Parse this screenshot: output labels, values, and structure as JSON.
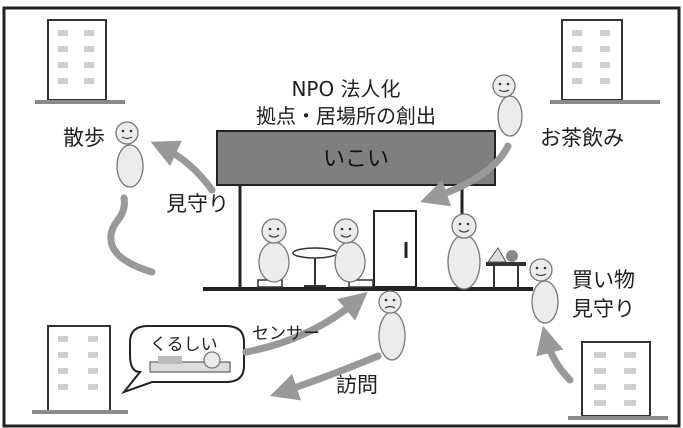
{
  "header": {
    "line1": "NPO 法人化",
    "line2": "拠点・居場所の創出"
  },
  "center": {
    "sign": "いこい"
  },
  "labels": {
    "walk": "散歩",
    "watch_left": "見守り",
    "tea": "お茶飲み",
    "shopping": "買い物",
    "shopping_watch": "見守り",
    "sensor": "センサー",
    "visit": "訪問",
    "speech": "くるしい"
  }
}
